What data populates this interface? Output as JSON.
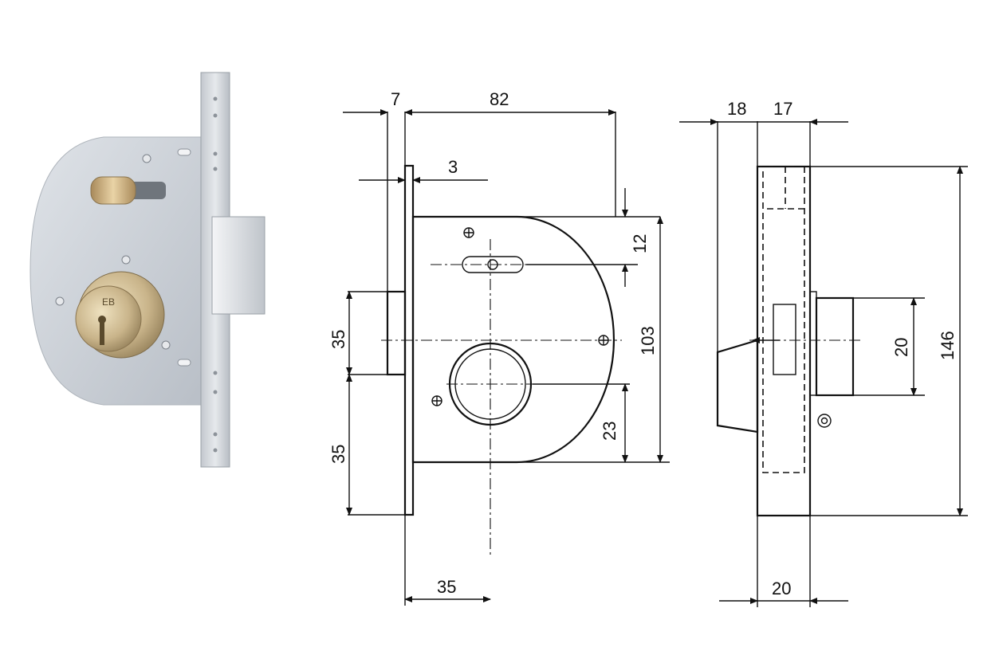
{
  "drawing": {
    "dimensions": {
      "front_top_7": "7",
      "front_top_82": "82",
      "front_3": "3",
      "front_12": "12",
      "front_103": "103",
      "front_23": "23",
      "front_left_35_upper": "35",
      "front_left_35_lower": "35",
      "front_bottom_35": "35",
      "side_18": "18",
      "side_17": "17",
      "side_20_right": "20",
      "side_146": "146",
      "side_bottom_20": "20"
    },
    "photo": {
      "cylinder_mark": "EB"
    },
    "colors": {
      "lock_case": "#cdd2d8",
      "faceplate": "#d9dde2",
      "brass": "#c9b48a",
      "bolt": "#e8eaed"
    }
  }
}
